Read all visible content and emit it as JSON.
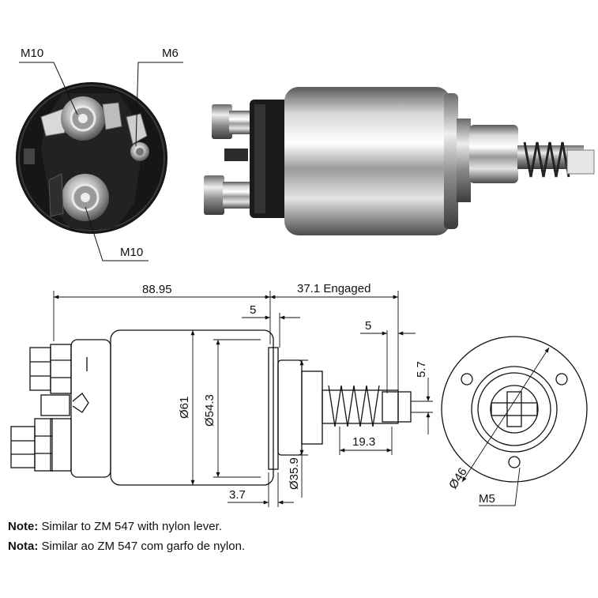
{
  "callouts": {
    "top_m10": "M10",
    "m6": "M6",
    "bottom_m10": "M10"
  },
  "dimensions": {
    "overall_length": "88.95",
    "engaged": "37.1 Engaged",
    "step_5_left": "5",
    "step_5_right": "5",
    "stroke_5_7": "5.7",
    "body_dia_61": "Ø61",
    "body_dia_54_3": "Ø54.3",
    "nose_dia_35_9": "Ø35.9",
    "plunger_19_3": "19.3",
    "flange_3_7": "3.7",
    "bolt_circle_46": "Ø46",
    "hole_m5": "M5"
  },
  "notes": {
    "en_label": "Note:",
    "en_text": "Similar to ZM 547 with nylon lever.",
    "pt_label": "Nota:",
    "pt_text": "Similar ao ZM 547 com garfo de nylon."
  }
}
